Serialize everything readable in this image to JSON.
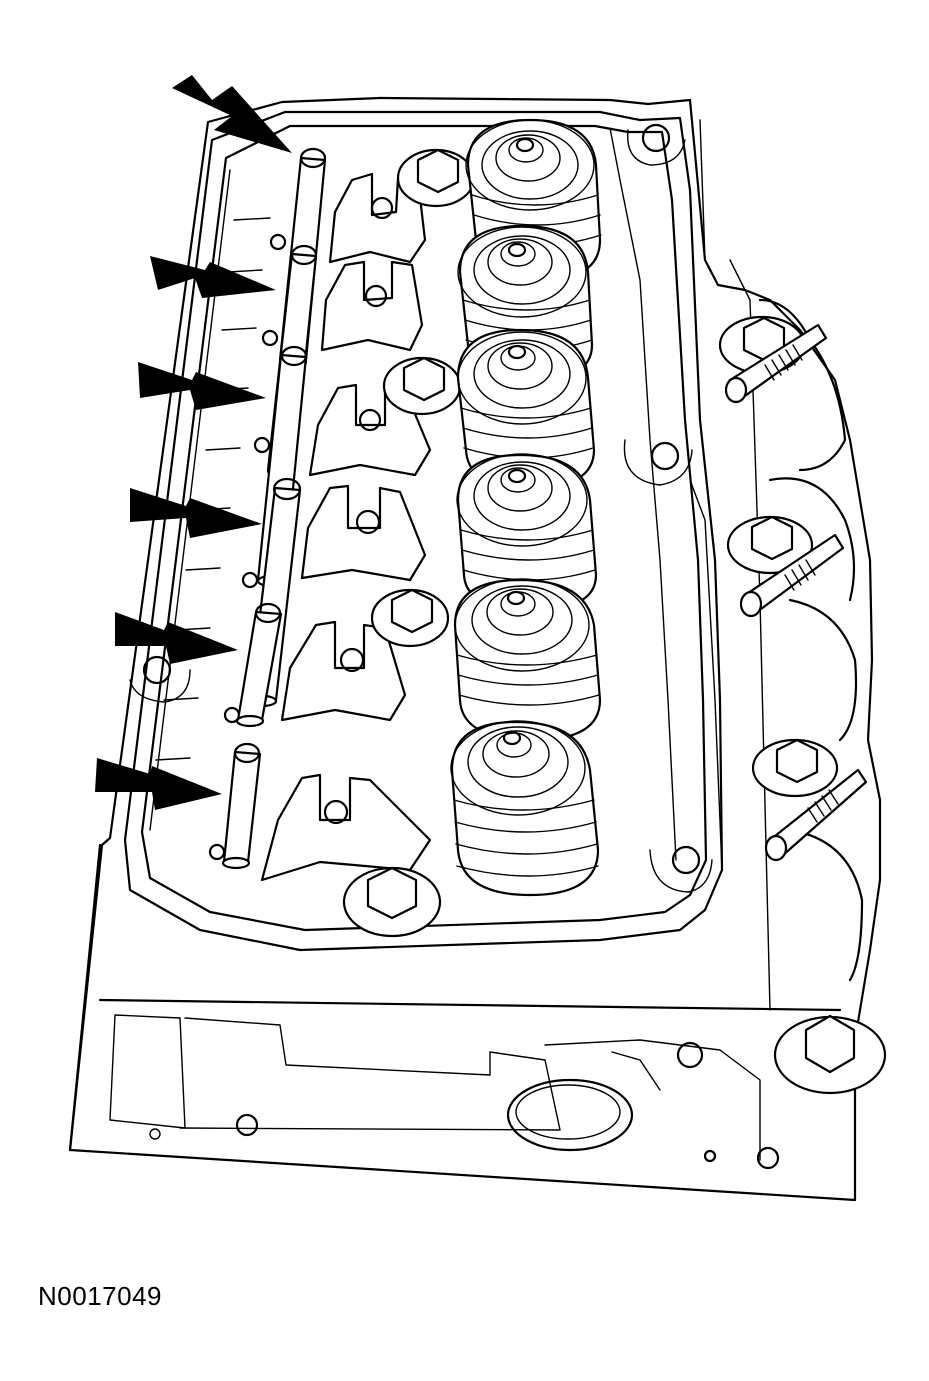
{
  "figure": {
    "id_label": "N0017049",
    "callout_arrow_count": 6,
    "pushrod_count": 6,
    "valve_spring_count": 6,
    "rocker_arm_count": 6,
    "exhaust_stud_count": 3
  },
  "colors": {
    "ink": "#000000",
    "paper": "#ffffff"
  }
}
